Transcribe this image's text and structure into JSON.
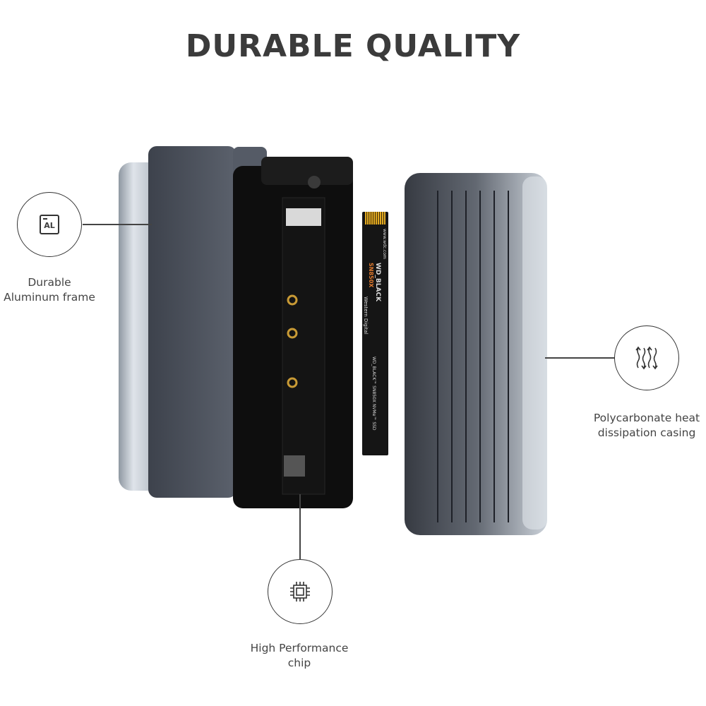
{
  "title": "DURABLE QUALITY",
  "features": [
    {
      "icon": "aluminum-al-icon",
      "icon_text": "AL",
      "label_line1": "Durable",
      "label_line2": "Aluminum frame"
    },
    {
      "icon": "heat-dissipation-arrows-icon",
      "label_line1": "Polycarbonate heat",
      "label_line2": "dissipation casing"
    },
    {
      "icon": "chip-icon",
      "label_line1": "High Performance",
      "label_line2": "chip"
    }
  ],
  "ssd": {
    "brand": "WD_BLACK",
    "model": "SN850X",
    "maker": "Western Digital",
    "url": "www.wdc.com",
    "spec": "WD_BLACK™ SN850X NVMe™ SSD"
  },
  "colors": {
    "text": "#3b3b3b",
    "enclosure": "#111111",
    "frame": "#b8c0c8",
    "ssd_accent": "#e0a820"
  }
}
